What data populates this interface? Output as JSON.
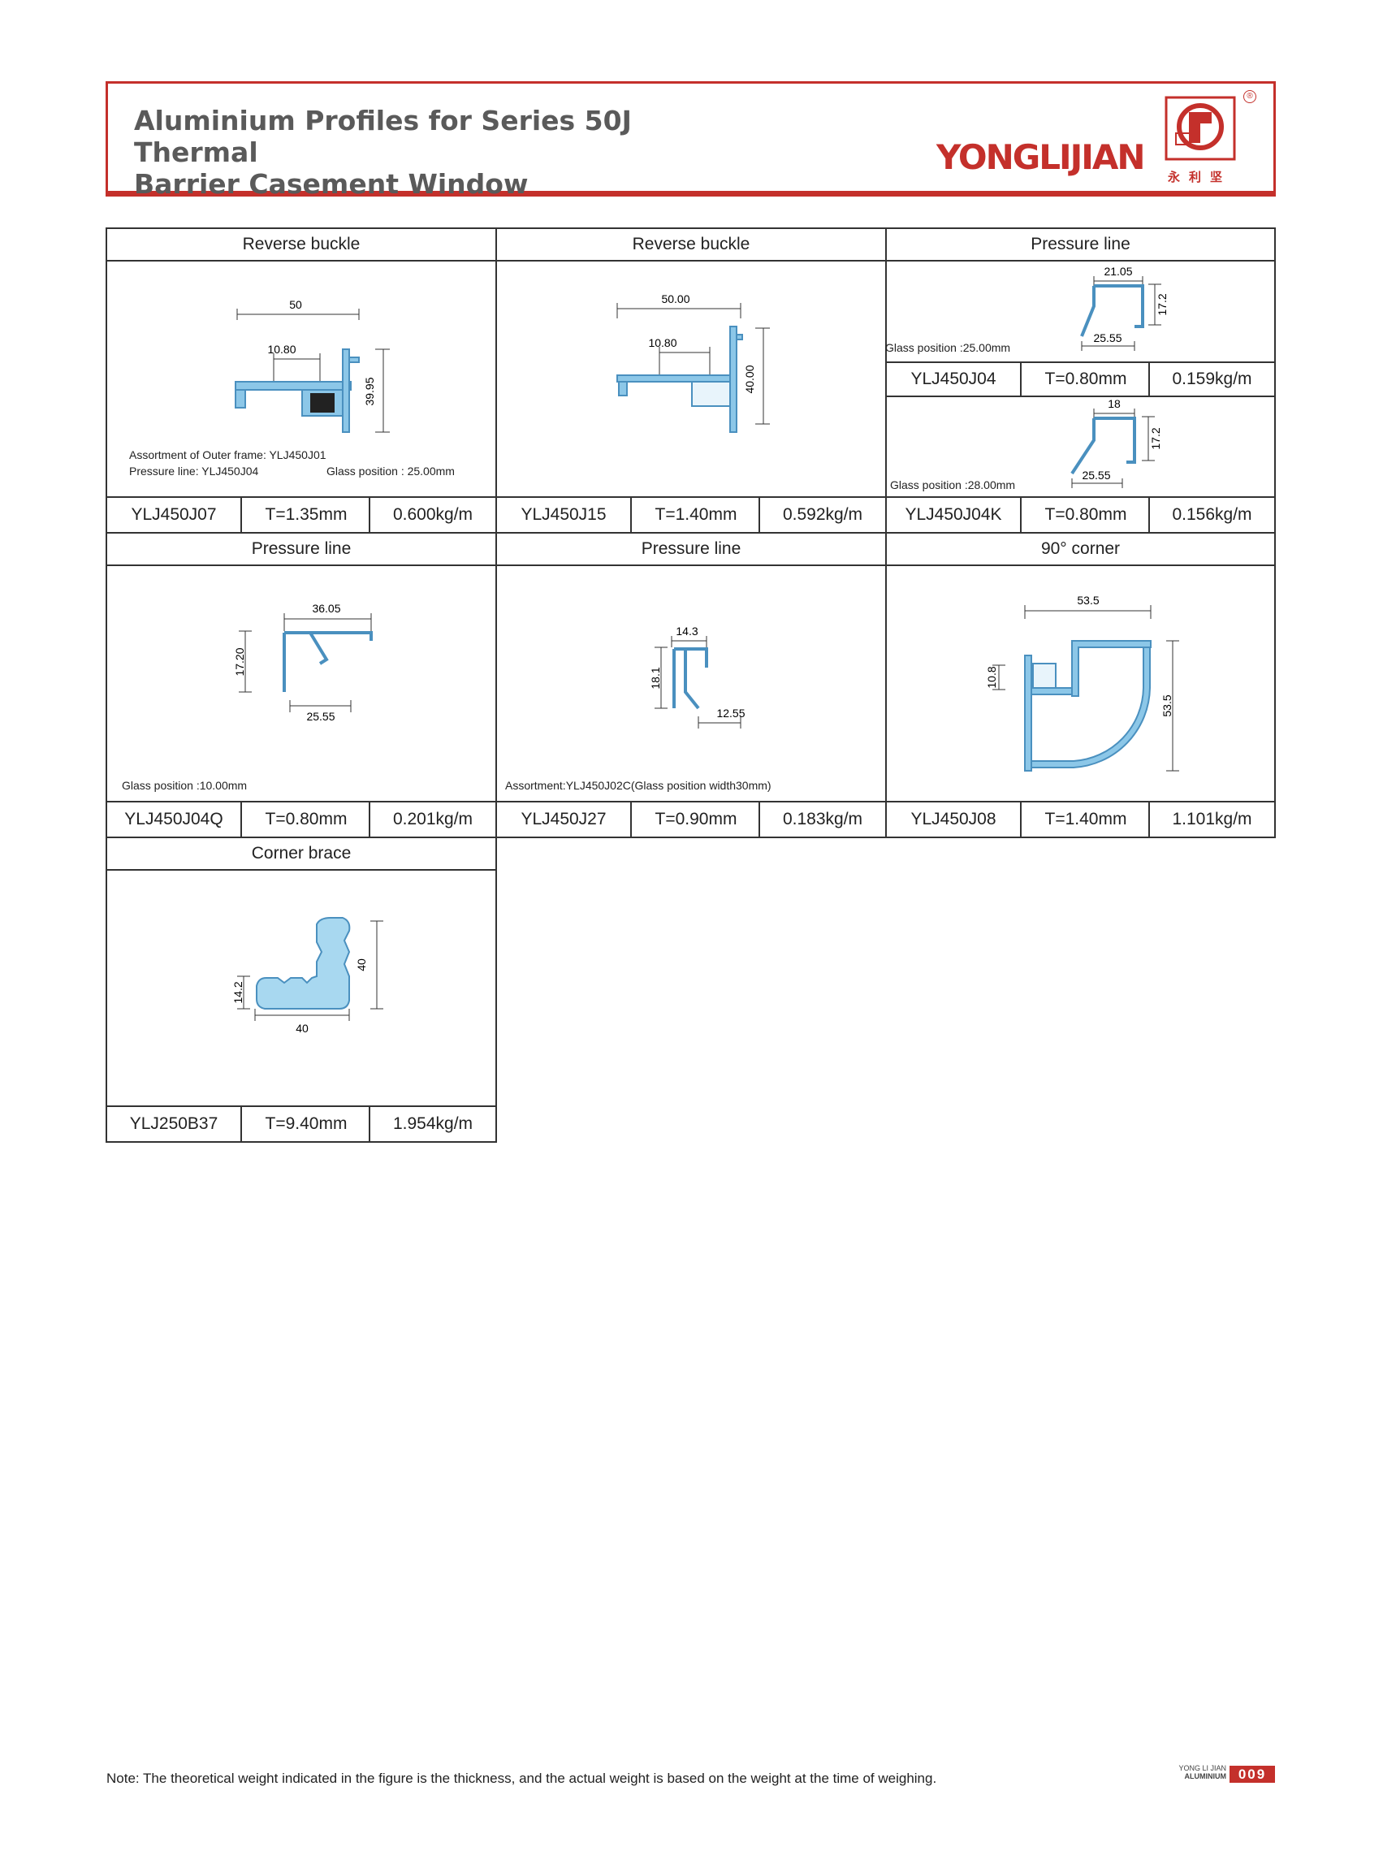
{
  "header": {
    "title_line1": "Aluminium Profiles for Series 50J Thermal",
    "title_line2": "Barrier Casement Window",
    "brand": "YONGLIJIAN",
    "brand_cn": "永利坚",
    "registered": "®"
  },
  "colors": {
    "accent": "#c4302b",
    "profile_blue": "#8cc7e8",
    "profile_stroke": "#4a90bf"
  },
  "cells": [
    {
      "title": "Reverse buckle",
      "code": "YLJ450J07",
      "thickness": "T=1.35mm",
      "weight": "0.600kg/m",
      "dims": [
        "50",
        "10.80",
        "39.95"
      ],
      "notes": [
        "Assortment of Outer frame: YLJ450J01",
        "Pressure line: YLJ450J04",
        "Glass position : 25.00mm"
      ]
    },
    {
      "title": "Reverse buckle",
      "code": "YLJ450J15",
      "thickness": "T=1.40mm",
      "weight": "0.592kg/m",
      "dims": [
        "50.00",
        "10.80",
        "40.00"
      ]
    },
    {
      "title": "Pressure line",
      "code": "YLJ450J04",
      "thickness": "T=0.80mm",
      "weight": "0.159kg/m",
      "dims": [
        "21.05",
        "17.2",
        "25.55"
      ],
      "notes": [
        "Glass position :25.00mm"
      ],
      "second": {
        "code": "YLJ450J04K",
        "thickness": "T=0.80mm",
        "weight": "0.156kg/m",
        "dims": [
          "18",
          "17.2",
          "25.55"
        ],
        "notes": [
          "Glass position :28.00mm"
        ]
      }
    },
    {
      "title": "Pressure line",
      "code": "YLJ450J04Q",
      "thickness": "T=0.80mm",
      "weight": "0.201kg/m",
      "dims": [
        "36.05",
        "17.20",
        "25.55"
      ],
      "notes": [
        "Glass position :10.00mm"
      ]
    },
    {
      "title": "Pressure line",
      "code": "YLJ450J27",
      "thickness": "T=0.90mm",
      "weight": "0.183kg/m",
      "dims": [
        "14.3",
        "18.1",
        "12.55"
      ],
      "notes": [
        "Assortment:YLJ450J02C(Glass position width30mm)"
      ]
    },
    {
      "title": "90°   corner",
      "code": "YLJ450J08",
      "thickness": "T=1.40mm",
      "weight": "1.101kg/m",
      "dims": [
        "53.5",
        "10.8",
        "53.5"
      ]
    },
    {
      "title": "Corner brace",
      "code": "YLJ250B37",
      "thickness": "T=9.40mm",
      "weight": "1.954kg/m",
      "dims": [
        "40",
        "14.2",
        "40"
      ]
    }
  ],
  "footer": {
    "note": "Note: The theoretical weight indicated in the figure is the thickness, and the actual weight is based on the weight at the time of weighing.",
    "brand_small": "YONG LI JIAN",
    "brand_small2": "ALUMINIUM",
    "page": "009"
  }
}
